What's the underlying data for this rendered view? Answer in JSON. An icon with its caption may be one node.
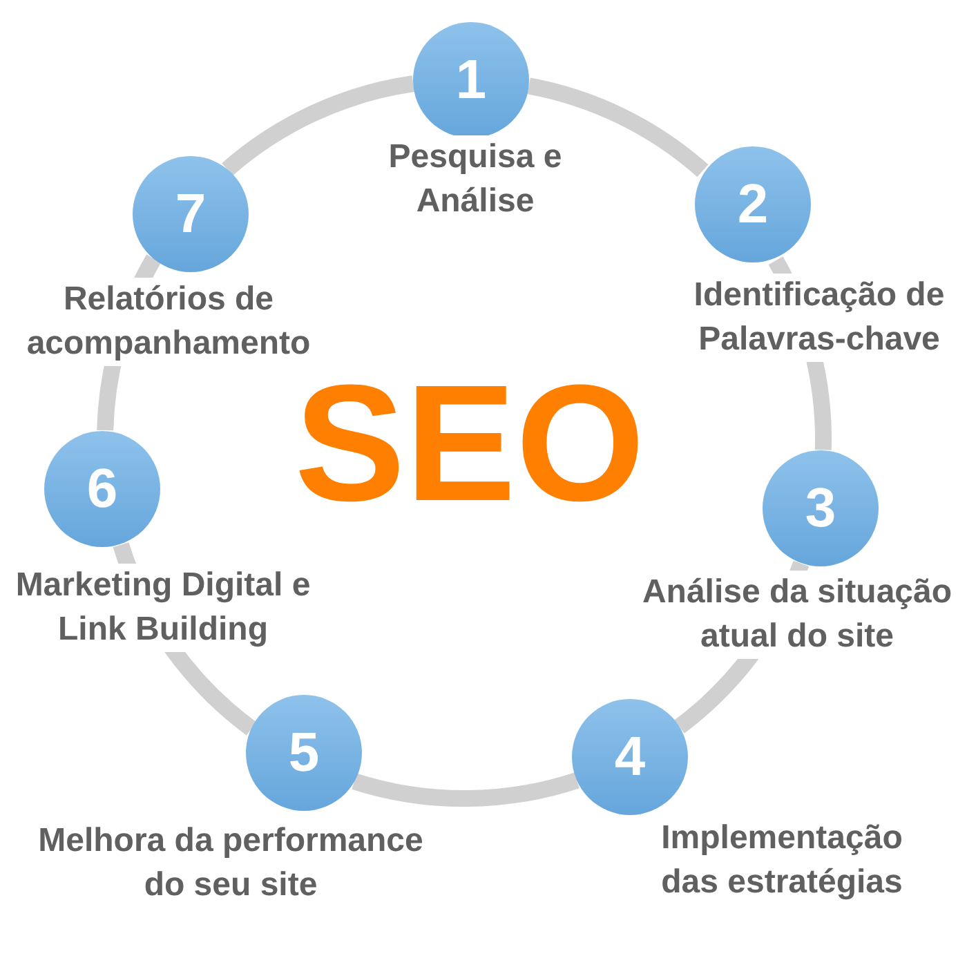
{
  "diagram": {
    "nodes": [
      {
        "text": [
          "1"
        ],
        "beside": [
          "Pesquisa e Análise"
        ]
      },
      {
        "text": [
          "2"
        ],
        "beside": [
          "Identificação de Palavras-chave"
        ]
      },
      {
        "text": [
          "3"
        ],
        "beside": [
          "Análise da situação atual do site"
        ]
      },
      {
        "text": [
          "4"
        ],
        "beside": [
          "Implementação das estratégias"
        ]
      },
      {
        "text": [
          "5"
        ],
        "beside": [
          "Melhora da performance do seu site"
        ]
      },
      {
        "text": [
          "6"
        ],
        "beside": [
          "Marketing Digital e Link Building"
        ]
      },
      {
        "text": [
          "7"
        ],
        "beside": [
          "Relatórios de acompanhamento"
        ]
      }
    ],
    "edges": [
      {
        "from": 0,
        "to": 1,
        "arrow": "none"
      },
      {
        "from": 1,
        "to": 2,
        "arrow": "none"
      },
      {
        "from": 2,
        "to": 3,
        "arrow": "none"
      },
      {
        "from": 3,
        "to": 4,
        "arrow": "none"
      },
      {
        "from": 4,
        "to": 5,
        "arrow": "none"
      },
      {
        "from": 5,
        "to": 6,
        "arrow": "none"
      },
      {
        "from": 6,
        "to": 0,
        "arrow": "none"
      }
    ],
    "labels": [
      "SEO"
    ]
  }
}
